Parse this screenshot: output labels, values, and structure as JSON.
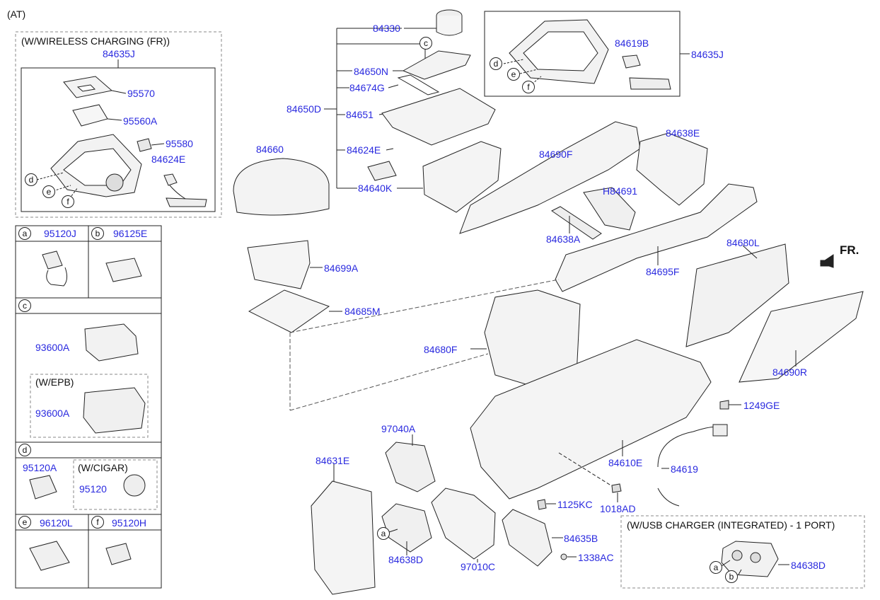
{
  "header": {
    "variant": "(AT)"
  },
  "wireless_box": {
    "title": "(W/WIRELESS CHARGING (FR))",
    "parts": {
      "main": "84635J",
      "p95570": "95570",
      "p95560A": "95560A",
      "p95580": "95580",
      "p84624E": "84624E"
    },
    "callouts": [
      "d",
      "e",
      "f"
    ]
  },
  "legend": {
    "a": {
      "letter": "a",
      "part": "95120J"
    },
    "b": {
      "letter": "b",
      "part": "96125E"
    },
    "c": {
      "letter": "c",
      "part": "93600A",
      "epb_title": "(W/EPB)",
      "epb_part": "93600A"
    },
    "d": {
      "letter": "d",
      "part": "95120A",
      "cigar_title": "(W/CIGAR)",
      "cigar_part": "95120"
    },
    "e": {
      "letter": "e",
      "part": "96120L"
    },
    "f": {
      "letter": "f",
      "part": "95120H"
    }
  },
  "parts": {
    "p84330": "84330",
    "p84650N": "84650N",
    "p84674G": "84674G",
    "p84650D": "84650D",
    "p84651": "84651",
    "p84624E": "84624E",
    "p84640K": "84640K",
    "p84660": "84660",
    "p84699A": "84699A",
    "p84685M": "84685M",
    "p84635J": "84635J",
    "p84619B": "84619B",
    "p84690F": "84690F",
    "p84638E": "84638E",
    "pH84691": "H84691",
    "p84638A": "84638A",
    "p84695F": "84695F",
    "p84680L": "84680L",
    "p84680F": "84680F",
    "p84690R": "84690R",
    "p1249GE": "1249GE",
    "p97040A": "97040A",
    "p84631E": "84631E",
    "p84610E": "84610E",
    "p84619": "84619",
    "p1125KC": "1125KC",
    "p1018AD": "1018AD",
    "p84635B": "84635B",
    "p84638D": "84638D",
    "p97010C": "97010C",
    "p1338AC": "1338AC"
  },
  "top_callout": "c",
  "topright_callouts": [
    "d",
    "e",
    "f"
  ],
  "bottom_callout": "a",
  "fr_label": "FR.",
  "usb_box": {
    "title": "(W/USB CHARGER (INTEGRATED) - 1 PORT)",
    "part": "84638D",
    "callouts": [
      "a",
      "b"
    ]
  },
  "colors": {
    "label": "#2a2adf",
    "line": "#222222",
    "dash": "#888888"
  }
}
